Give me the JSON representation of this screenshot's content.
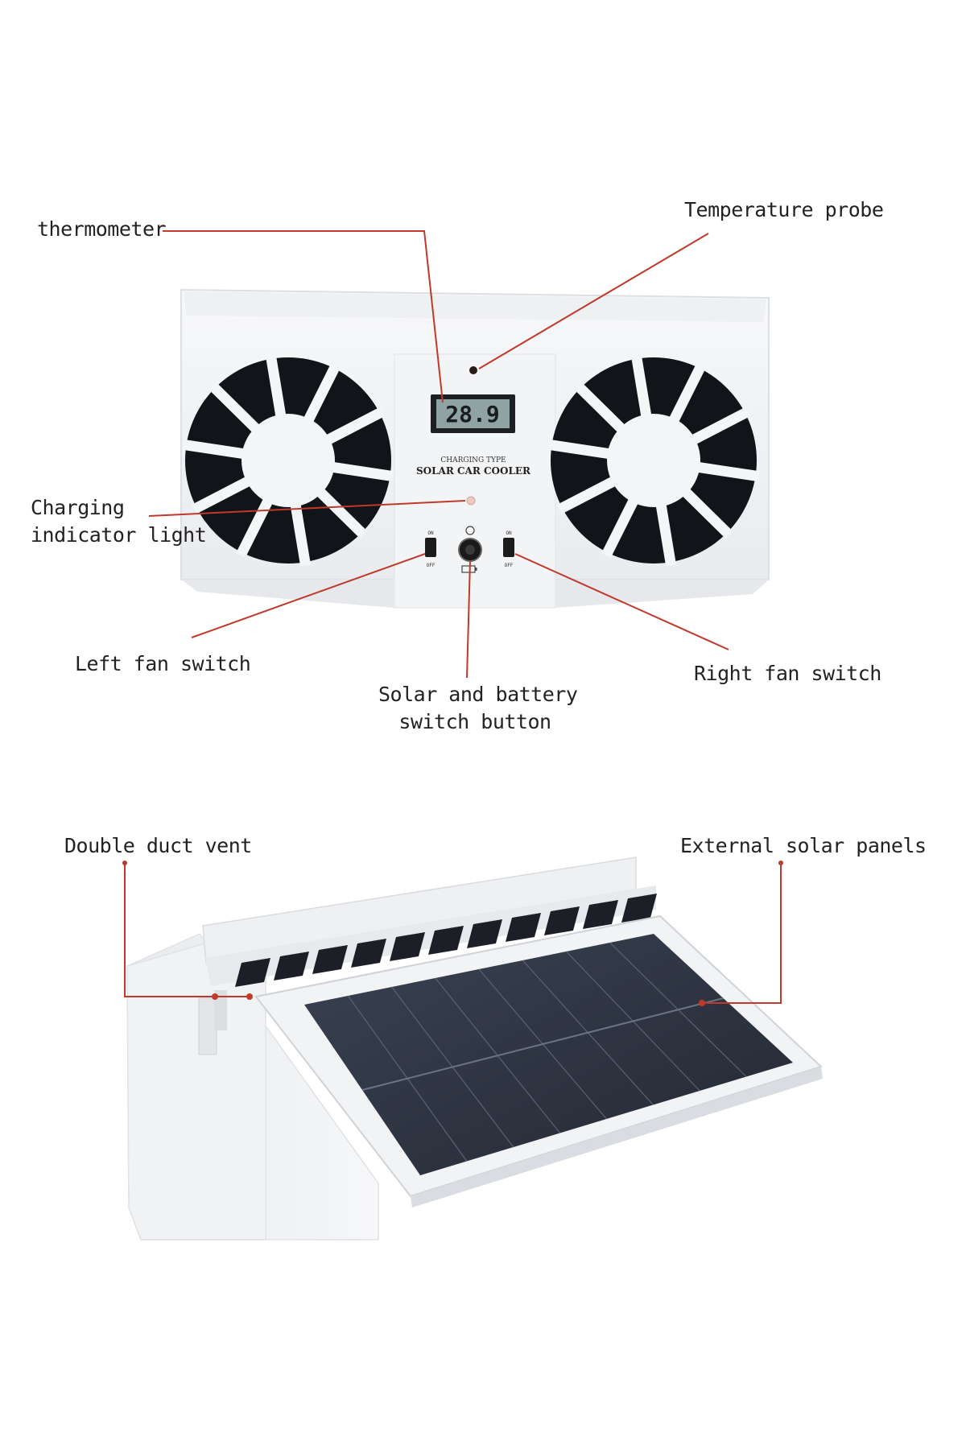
{
  "figure_top": {
    "device_title_small": "CHARGING TYPE",
    "device_title": "SOLAR CAR COOLER",
    "lcd_reading": "28.9",
    "switch_on_text": "ON",
    "switch_off_text": "OFF",
    "callouts": {
      "thermometer": "thermometer",
      "temperature_probe": "Temperature probe",
      "charging_indicator": [
        "Charging",
        "indicator light"
      ],
      "left_fan_switch": "Left fan switch",
      "right_fan_switch": "Right fan switch",
      "solar_battery_switch": [
        "Solar and battery",
        "switch button"
      ]
    }
  },
  "figure_bottom": {
    "callouts": {
      "double_duct_vent": "Double duct vent",
      "external_solar_panels": "External solar panels"
    }
  },
  "colors": {
    "leader_line": "#c0392b",
    "device_body": "#f4f5f7",
    "fan_dark": "#111418",
    "lcd": "#8fa3a3",
    "solar_panel": "#2c3340"
  }
}
